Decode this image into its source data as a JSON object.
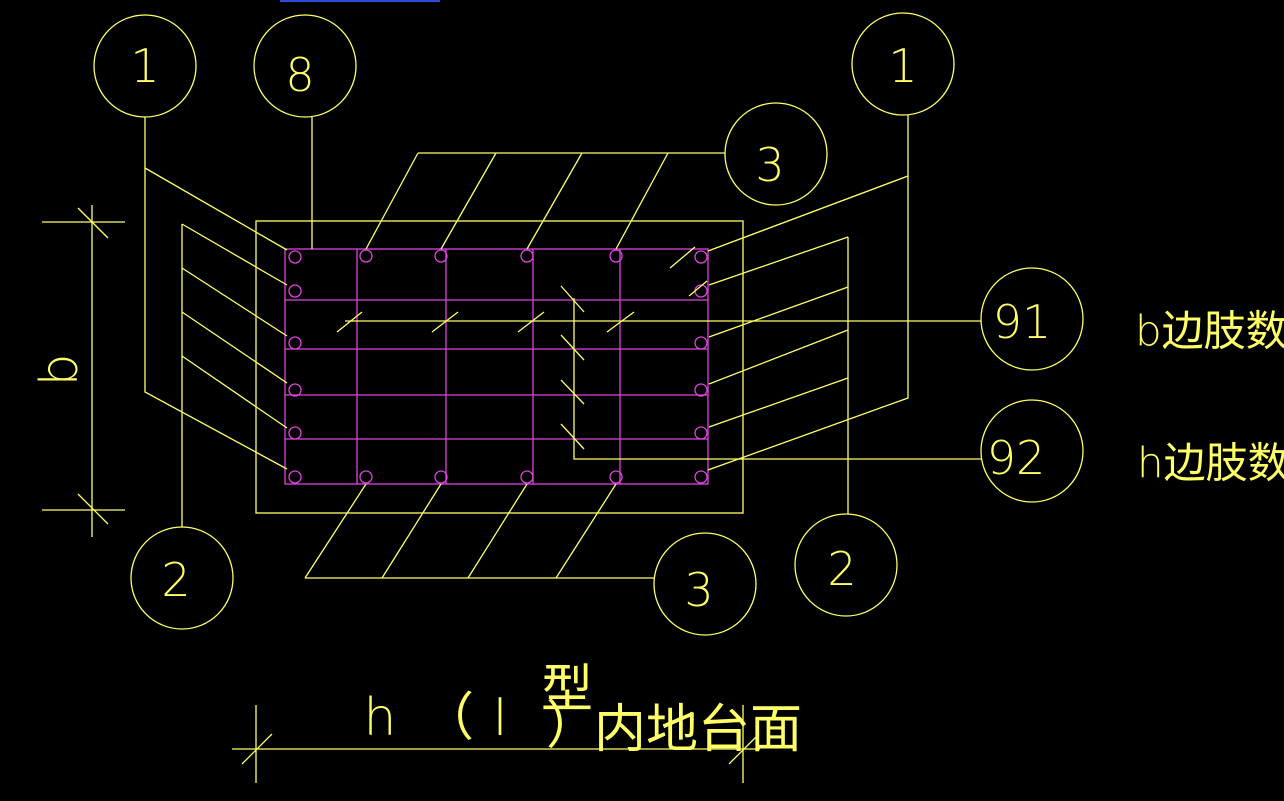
{
  "colors": {
    "background": "#000000",
    "annotation": "#ffff66",
    "rebar": "#dd44dd"
  },
  "bubbles": {
    "tl_1": "1",
    "t_8": "8",
    "tr_1": "1",
    "t_3": "3",
    "r_91": "91",
    "r_92": "92",
    "bl_2": "2",
    "b_3": "3",
    "br_2": "2"
  },
  "labels": {
    "b_legs": "b边肢数",
    "h_legs": "h边肢数",
    "dim_b": "b",
    "dim_h": "h",
    "paren_open": "（",
    "bar": "I",
    "type_char": "型",
    "paren_close": "）",
    "caption": "内地台面"
  }
}
